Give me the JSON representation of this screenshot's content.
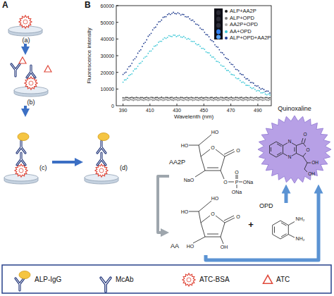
{
  "diagram": {
    "nodes": [
      {
        "text": [
          "(a)"
        ]
      },
      {
        "text": [
          "(b)"
        ]
      },
      {
        "text": [
          "(c)"
        ]
      },
      {
        "text": [
          "(d)"
        ]
      },
      {
        "text": [
          "AA2P"
        ]
      },
      {
        "text": [
          "AA"
        ]
      },
      {
        "text": [
          "OPD"
        ]
      },
      {
        "text": [
          "Quinoxaline"
        ]
      }
    ],
    "edges": [
      {
        "from": 0,
        "to": 1,
        "arrow": "to"
      },
      {
        "from": 1,
        "to": 2,
        "arrow": "to"
      },
      {
        "from": 2,
        "to": 3,
        "arrow": "to"
      },
      {
        "from": 4,
        "to": 5,
        "arrow": "to"
      },
      {
        "from": 5,
        "to": 7,
        "arrow": "to"
      },
      {
        "from": 6,
        "to": 7,
        "arrow": "to"
      }
    ],
    "labels": [
      "A",
      "B",
      "60000",
      "50000",
      "40000",
      "30000",
      "20000",
      "10000",
      "0",
      "390",
      "410",
      "430",
      "450",
      "470",
      "490",
      "Fluorescence intensity",
      "Wavelenth (nm)",
      "+",
      "HO",
      "HO",
      "O",
      "O",
      "NaO",
      "O",
      "P",
      "O",
      "ONa",
      "ONa",
      "HO",
      "HO",
      "O",
      "O",
      "HO",
      "OH",
      "NH₂",
      "NH₂",
      "N",
      "N",
      "O",
      "O",
      "OH",
      "OH"
    ],
    "legend": [
      {
        "text": "ALP+AA2P",
        "color": "#222222"
      },
      {
        "text": "ALP+OPD",
        "color": "#7a7a7a"
      },
      {
        "text": "AA2P+OPD",
        "color": "#b0b0b0"
      },
      {
        "text": "AA+OPD",
        "color": "#3cc7d6"
      },
      {
        "text": "ALP+OPD+AA2P",
        "color": "#1f3c8f"
      },
      {
        "text": "ALP-IgG"
      },
      {
        "text": "McAb"
      },
      {
        "text": "ATC-BSA"
      },
      {
        "text": "ATC"
      }
    ]
  }
}
